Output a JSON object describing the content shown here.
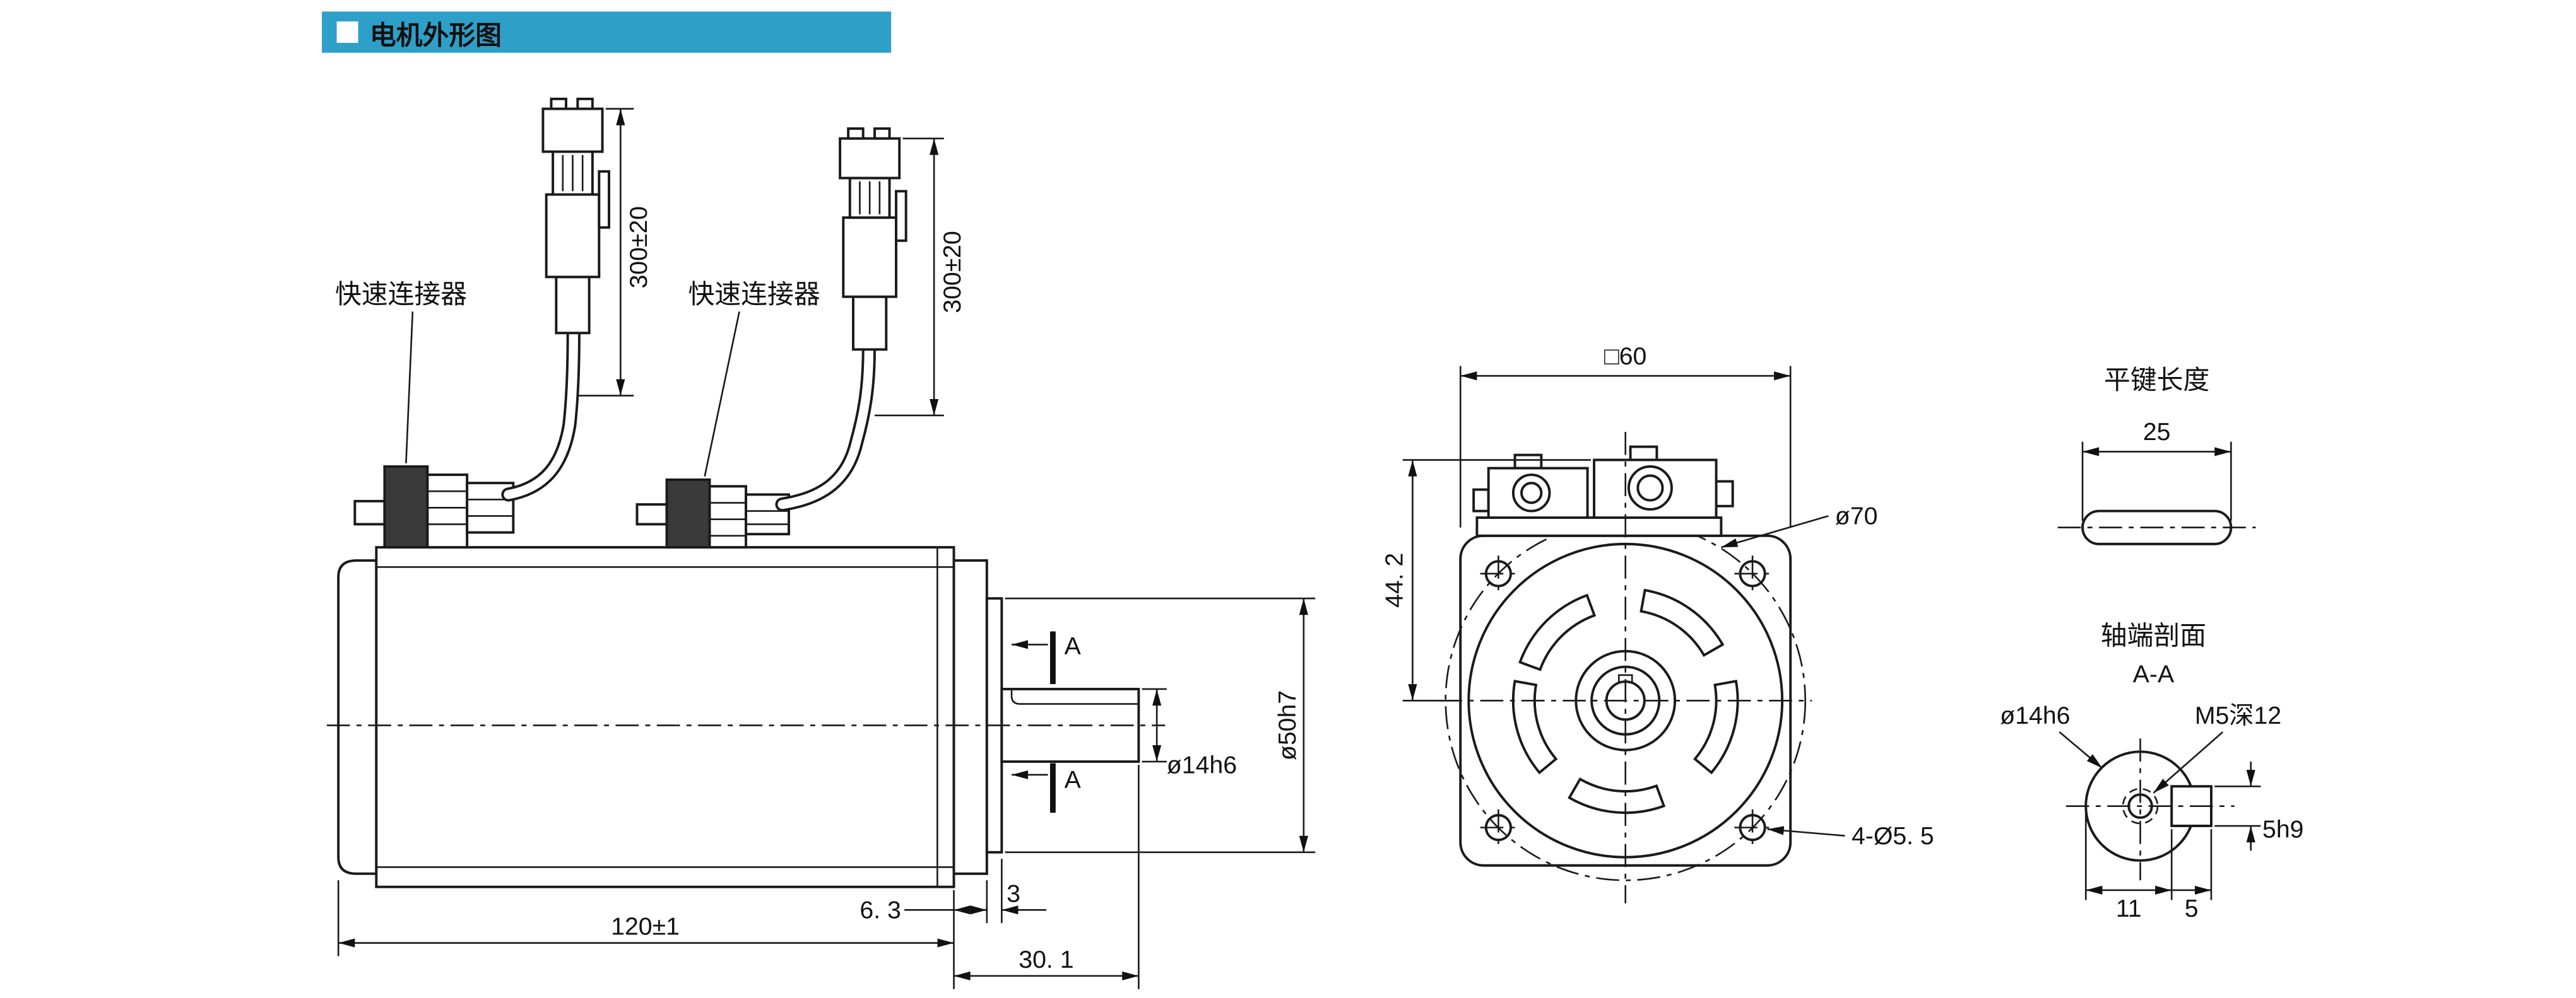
{
  "header": {
    "title": "电机外形图"
  },
  "colors": {
    "header_bg": "#2e9fc9",
    "header_text": "#ffffff",
    "line": "#1a1a1a"
  },
  "side_view": {
    "connector_label_1": "快速连接器",
    "connector_label_2": "快速连接器",
    "cable_length_1": "300±20",
    "cable_length_2": "300±20",
    "section_letter_top": "A",
    "section_letter_bottom": "A",
    "dim_flange_spigot_dia": "ø50h7",
    "dim_shaft_dia": "ø14h6",
    "dim_flange_thickness": "6. 3",
    "dim_spigot_step": "3",
    "dim_body_length": "120±1",
    "dim_shaft_ext": "30. 1"
  },
  "front_view": {
    "dim_flange_square": "□60",
    "dim_height_to_center": "44. 2",
    "dim_bolt_circle": "ø70",
    "dim_mounting_holes": "4-Ø5. 5"
  },
  "key_view": {
    "title": "平键长度",
    "dim_key_length": "25"
  },
  "section_view": {
    "title": "轴端剖面",
    "subtitle": "A-A",
    "dim_shaft_dia": "ø14h6",
    "dim_tap_depth": "M5深12",
    "dim_key_width": "5h9",
    "dim_keyway_across": "11",
    "dim_key_protrusion": "5"
  }
}
